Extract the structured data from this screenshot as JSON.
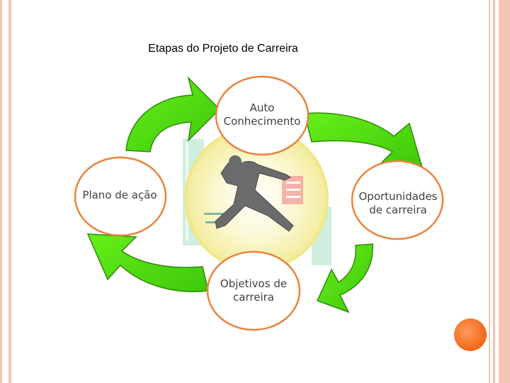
{
  "title": "Etapas do Projeto de Carreira",
  "nodes": {
    "auto": "Auto\nConhecimento",
    "oportunidades": "Oportunidades\nde carreira",
    "objetivos": "Objetivos de\ncarreira",
    "plano": "Plano de ação"
  },
  "colors": {
    "circle_border": "#e8843c",
    "arrow_green": "#4cd60e",
    "arrow_dark": "#2e8a06",
    "accent": "#f26b1d",
    "border": "#f3c4b4"
  },
  "icons": {
    "arrows": "curved-green-arrow-icon",
    "center": "running-figure-clipart"
  }
}
